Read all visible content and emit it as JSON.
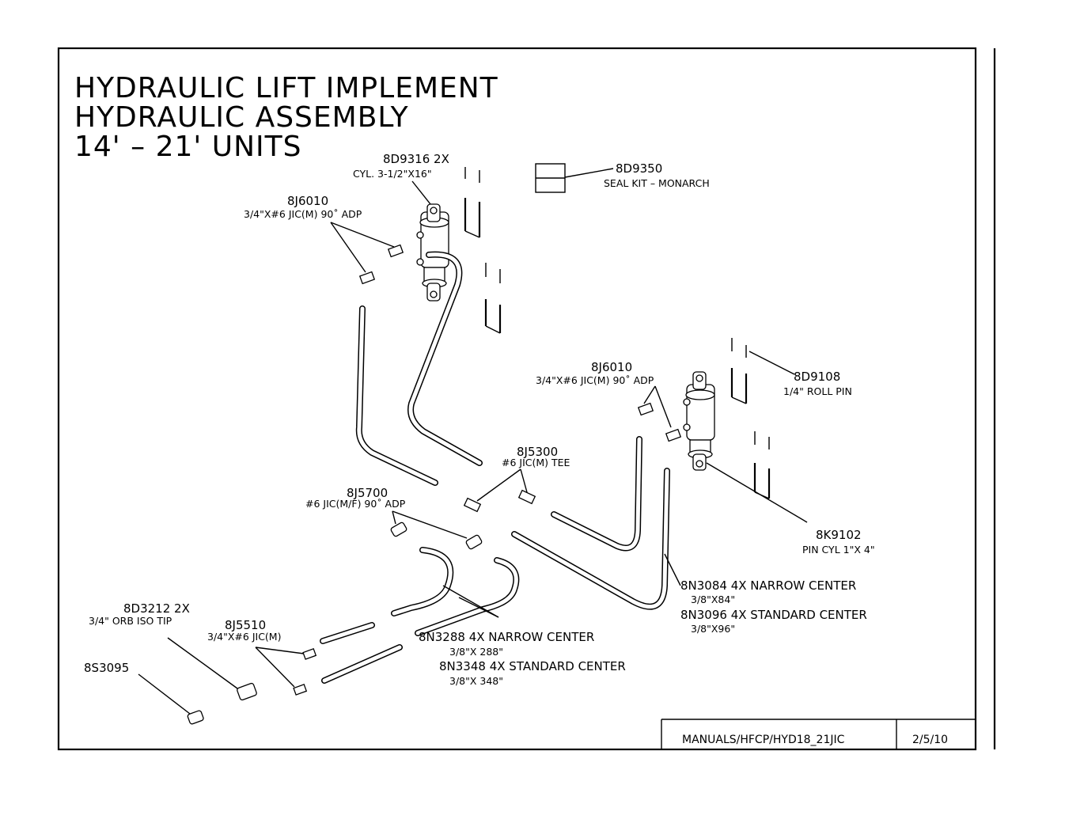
{
  "title": {
    "line1": "HYDRAULIC LIFT IMPLEMENT",
    "line2": "HYDRAULIC ASSEMBLY",
    "line3": "14' – 21' UNITS"
  },
  "callouts": {
    "cyl_pn": "8D9316 2X",
    "cyl_desc": "CYL. 3-1/2\"X16\"",
    "seal_pn": "8D9350",
    "seal_desc": "SEAL KIT – MONARCH",
    "adp_left_pn": "8J6010",
    "adp_left_desc": "3/4\"X#6 JIC(M) 90˚ ADP",
    "adp_right_pn": "8J6010",
    "adp_right_desc": "3/4\"X#6 JIC(M) 90˚ ADP",
    "roll_pin_pn": "8D9108",
    "roll_pin_desc": "1/4\" ROLL PIN",
    "tee_pn": "8J5300",
    "tee_desc": "#6 JIC(M) TEE",
    "elbow_pn": "8J5700",
    "elbow_desc": "#6 JIC(M/F) 90˚ ADP",
    "pin_cyl_pn": "8K9102",
    "pin_cyl_desc": "PIN CYL 1\"X 4\"",
    "hose_short_pn1": "8N3084 4X NARROW CENTER",
    "hose_short_len1": "3/8\"X84\"",
    "hose_short_pn2": "8N3096 4X STANDARD CENTER",
    "hose_short_len2": "3/8\"X96\"",
    "hose_long_pn1": "8N3288 4X NARROW CENTER",
    "hose_long_len1": "3/8\"X 288\"",
    "hose_long_pn2": "8N3348 4X STANDARD CENTER",
    "hose_long_len2": "3/8\"X 348\"",
    "iso_tip_pn": "8D3212 2X",
    "iso_tip_desc": "3/4\" ORB ISO TIP",
    "jic_adp_pn": "8J5510",
    "jic_adp_desc": "3/4\"X#6 JIC(M)",
    "dust_cap_pn": "8S3095"
  },
  "title_block": {
    "file": "MANUALS/HFCP/HYD18_21JIC",
    "date": "2/5/10"
  }
}
